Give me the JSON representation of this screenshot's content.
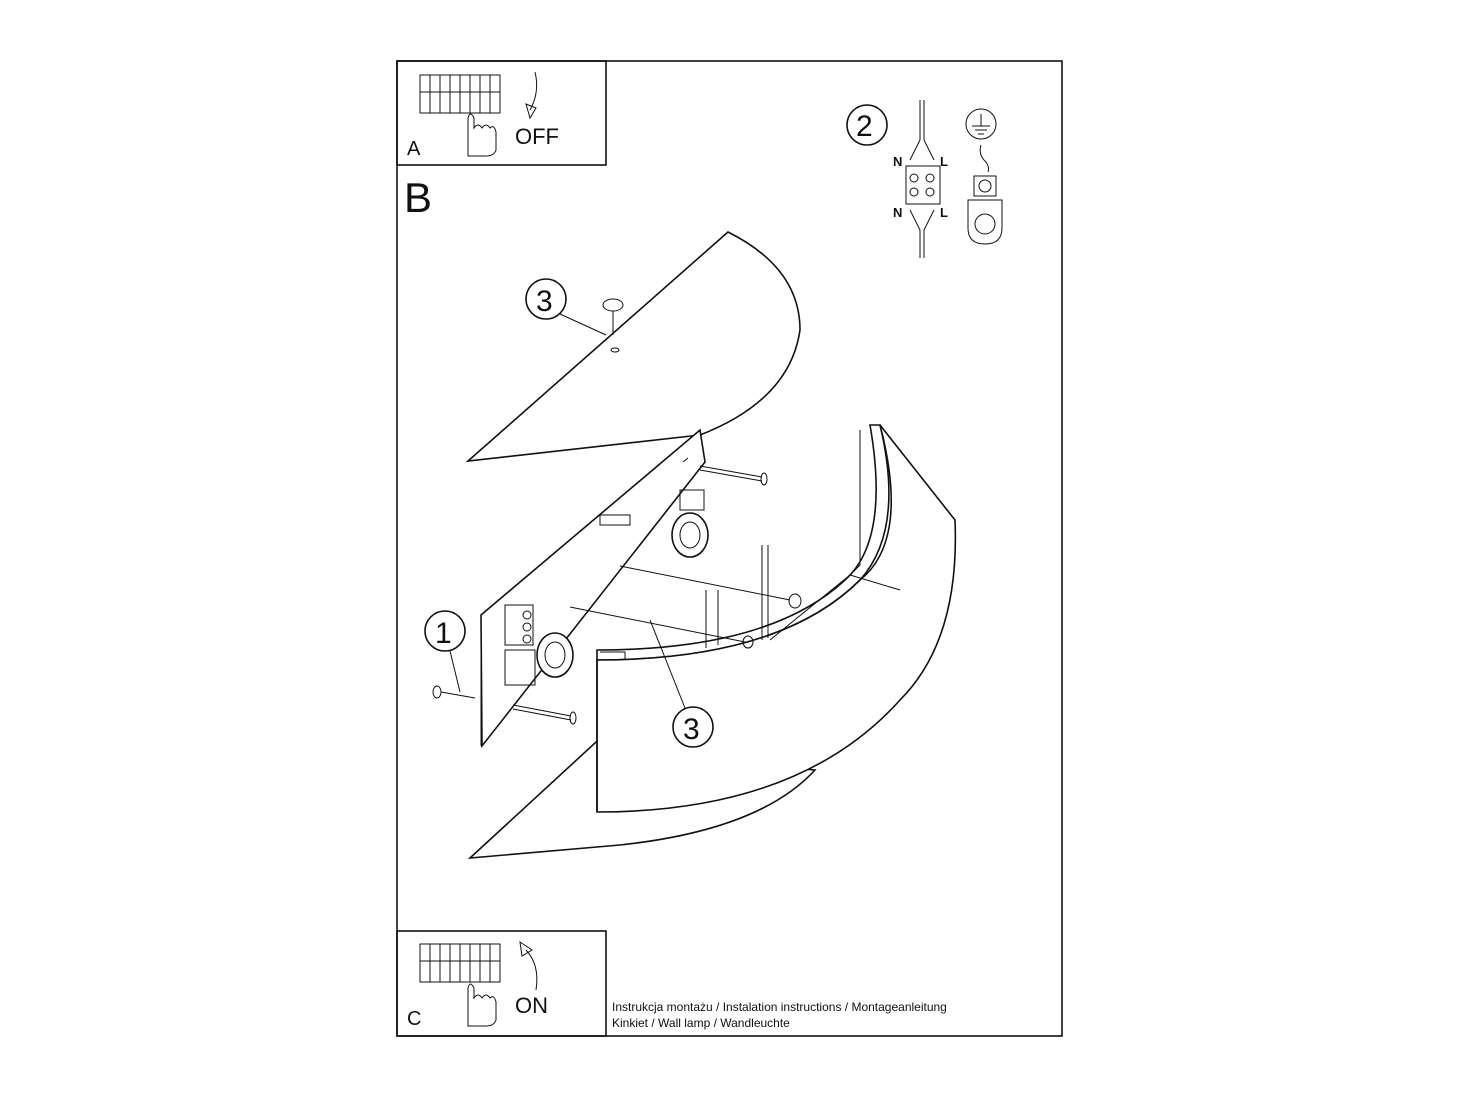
{
  "panels": {
    "a": {
      "letter": "A",
      "action": "OFF"
    },
    "b": {
      "letter": "B"
    },
    "c": {
      "letter": "C",
      "action": "ON"
    }
  },
  "callouts": {
    "one": "1",
    "two": "2",
    "three_top": "3",
    "three_bottom": "3"
  },
  "wiring": {
    "n_top": "N",
    "l_top": "L",
    "n_bottom": "N",
    "l_bottom": "L"
  },
  "footer": {
    "line1": "Instrukcja montażu / Instalation instructions / Montageanleitung",
    "line2": "Kinkiet  / Wall lamp / Wandleuchte"
  },
  "icons": {
    "ground": "ground-symbol-icon",
    "switch": "breaker-switch-icon",
    "hand": "hand-icon"
  }
}
